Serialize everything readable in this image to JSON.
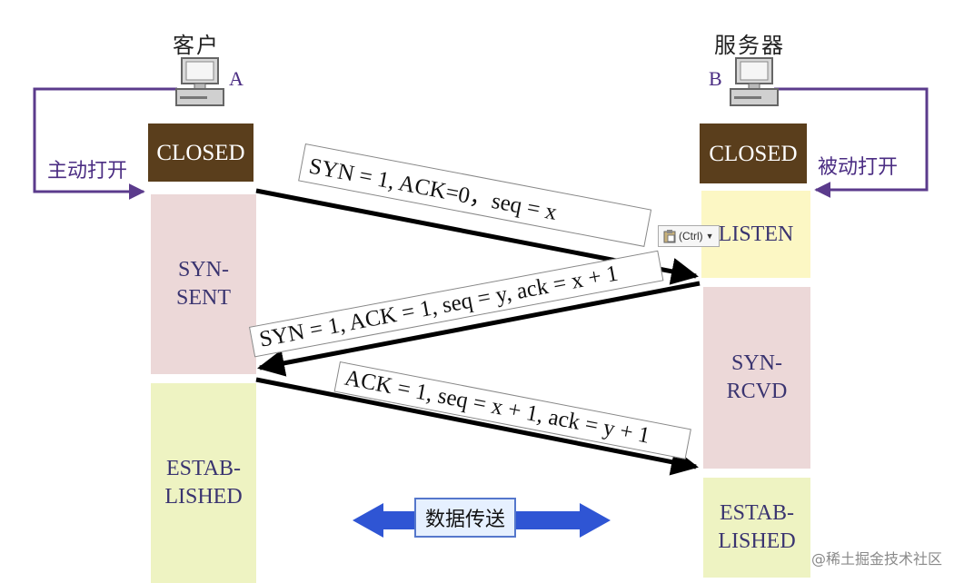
{
  "client": {
    "heading": "客户",
    "label": "A"
  },
  "server": {
    "heading": "服务器",
    "label": "B"
  },
  "client_states": [
    "CLOSED",
    "SYN-\nSENT",
    "ESTAB-\nLISHED"
  ],
  "server_states": [
    "CLOSED",
    "LISTEN",
    "SYN-\nRCVD",
    "ESTAB-\nLISHED"
  ],
  "client_open_label": "主动打开",
  "server_open_label": "被动打开",
  "messages": [
    "SYN = 1, ACK=0，seq = x",
    "SYN = 1, ACK = 1, seq = y, ack = x + 1",
    "ACK = 1, seq = x + 1, ack = y + 1"
  ],
  "data_transfer_label": "数据传送",
  "paste_button_label": "(Ctrl)",
  "watermark": "@稀土掘金技术社区",
  "colors": {
    "closed": "#5a3e1c",
    "syn_state": "#ecd8d8",
    "established": "#eef3c2",
    "listen": "#fcf7c4",
    "label_purple": "#4b2d83",
    "transfer_arrow": "#2f55d4"
  },
  "icons": [
    "computer-icon",
    "arrow-icon",
    "double-arrow-icon",
    "clipboard-icon",
    "dropdown-icon"
  ]
}
